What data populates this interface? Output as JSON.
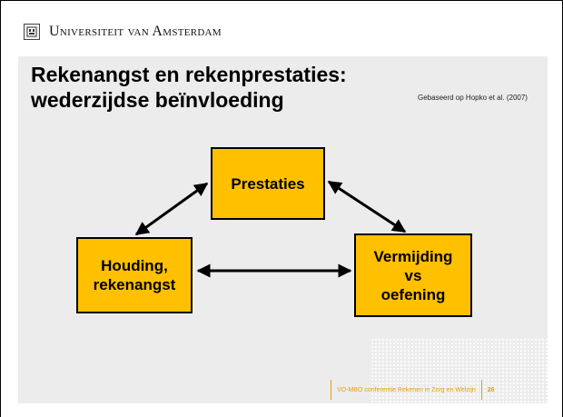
{
  "header": {
    "institution": "Universiteit van Amsterdam",
    "logo_icon": "uva-seal-icon"
  },
  "slide": {
    "title": "Rekenangst en rekenprestaties:\nwederzijdse beïnvloeding",
    "source": "Gebaseerd op Hopko et al. (2007)"
  },
  "diagram": {
    "nodes": {
      "prestaties": "Prestaties",
      "houding": "Houding,\nrekenangst",
      "vermijding": "Vermijding\nvs\noefening"
    },
    "box_color": "#ffc000",
    "edges": [
      {
        "from": "houding",
        "to": "prestaties",
        "arrows": "both"
      },
      {
        "from": "prestaties",
        "to": "vermijding",
        "arrows": "both"
      },
      {
        "from": "houding",
        "to": "vermijding",
        "arrows": "both"
      }
    ]
  },
  "footer": {
    "text": "VO-MBO conferentie Rekenen in Zorg en Welzijn",
    "page_number": "26",
    "accent_color": "#e8a000"
  }
}
